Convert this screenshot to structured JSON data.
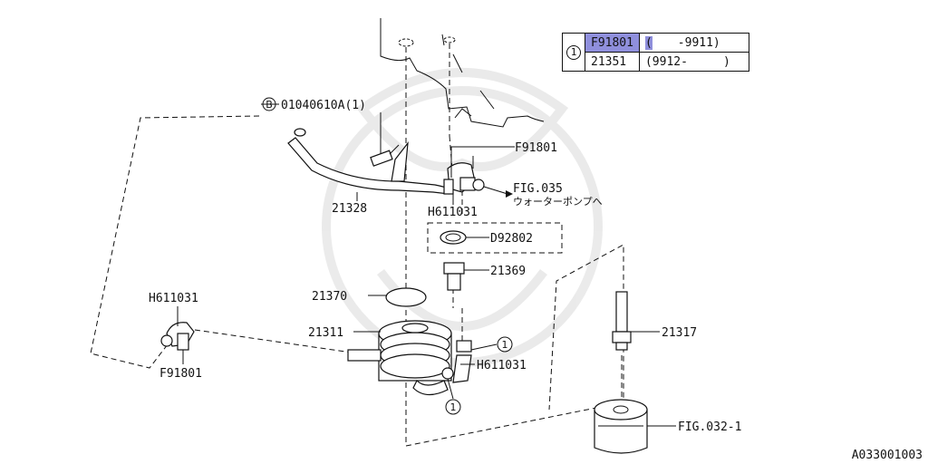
{
  "header_table": {
    "ref_marker": "1",
    "rows": [
      {
        "part": "F91801",
        "range_open": "(",
        "range": "-9911)"
      },
      {
        "part": "21351",
        "range_open": "",
        "range": "(9912-     )"
      }
    ]
  },
  "callouts": {
    "bolt_marker": "B",
    "bolt": "01040610A(1)",
    "f91801_top": "F91801",
    "fig035": "FIG.035",
    "fig035_note": "ウォーターポンプへ",
    "h611031_top": "H611031",
    "d92802": "D92802",
    "p21369": "21369",
    "p21328": "21328",
    "p21370": "21370",
    "p21311": "21311",
    "p21317": "21317",
    "h611031_left": "H611031",
    "f91801_left": "F91801",
    "h611031_right": "H611031",
    "ref1_a": "1",
    "ref1_b": "1",
    "fig032": "FIG.032-1"
  },
  "page_code": "A033001003"
}
